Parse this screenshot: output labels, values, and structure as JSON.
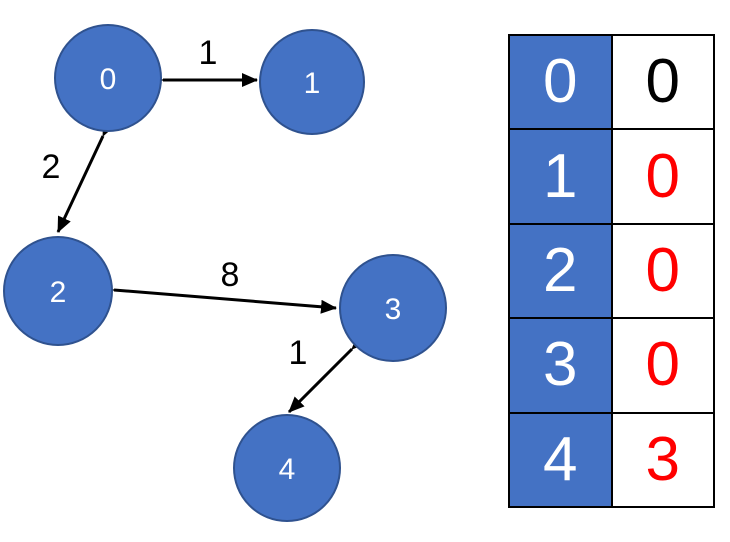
{
  "colors": {
    "node_fill": "#4472C4",
    "node_border": "#2F528F",
    "edge": "#000000",
    "table_border": "#000000",
    "table_key_bg": "#4472C4",
    "table_key_text": "#FFFFFF",
    "value_default": "#000000",
    "value_updated": "#FF0000"
  },
  "graph": {
    "type": "undirected-weighted-graph",
    "nodes": [
      {
        "label": "0"
      },
      {
        "label": "1"
      },
      {
        "label": "2"
      },
      {
        "label": "3"
      },
      {
        "label": "4"
      }
    ],
    "edges": [
      {
        "from": "0",
        "to": "1",
        "weight": "1"
      },
      {
        "from": "0",
        "to": "2",
        "weight": "2"
      },
      {
        "from": "2",
        "to": "3",
        "weight": "8"
      },
      {
        "from": "3",
        "to": "4",
        "weight": "1"
      }
    ]
  },
  "table": {
    "rows": [
      {
        "node": "0",
        "value": "0",
        "value_color": "#000000"
      },
      {
        "node": "1",
        "value": "0",
        "value_color": "#FF0000"
      },
      {
        "node": "2",
        "value": "0",
        "value_color": "#FF0000"
      },
      {
        "node": "3",
        "value": "0",
        "value_color": "#FF0000"
      },
      {
        "node": "4",
        "value": "3",
        "value_color": "#FF0000"
      }
    ]
  }
}
